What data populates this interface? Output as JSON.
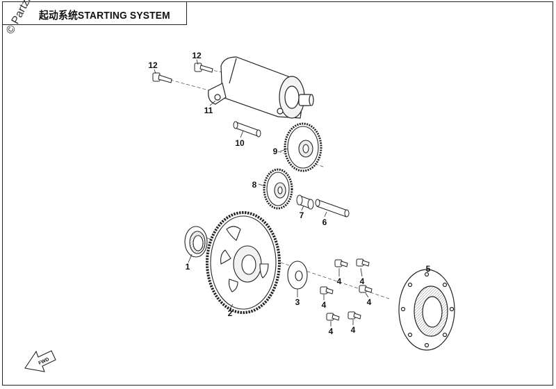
{
  "header": {
    "title": "起动系统STARTING SYSTEM"
  },
  "watermark": {
    "text": "© Partzilla"
  },
  "fwd_marker": {
    "label": "FWD"
  },
  "callouts": {
    "c1": "1",
    "c2": "2",
    "c3": "3",
    "c4a": "4",
    "c4b": "4",
    "c4c": "4",
    "c4d": "4",
    "c4e": "4",
    "c4f": "4",
    "c5": "5",
    "c6": "6",
    "c7": "7",
    "c8": "8",
    "c9": "9",
    "c10": "10",
    "c11": "11",
    "c12a": "12",
    "c12b": "12"
  },
  "colors": {
    "line": "#222222",
    "fill": "#ffffff",
    "shade": "#e6e6e6"
  }
}
